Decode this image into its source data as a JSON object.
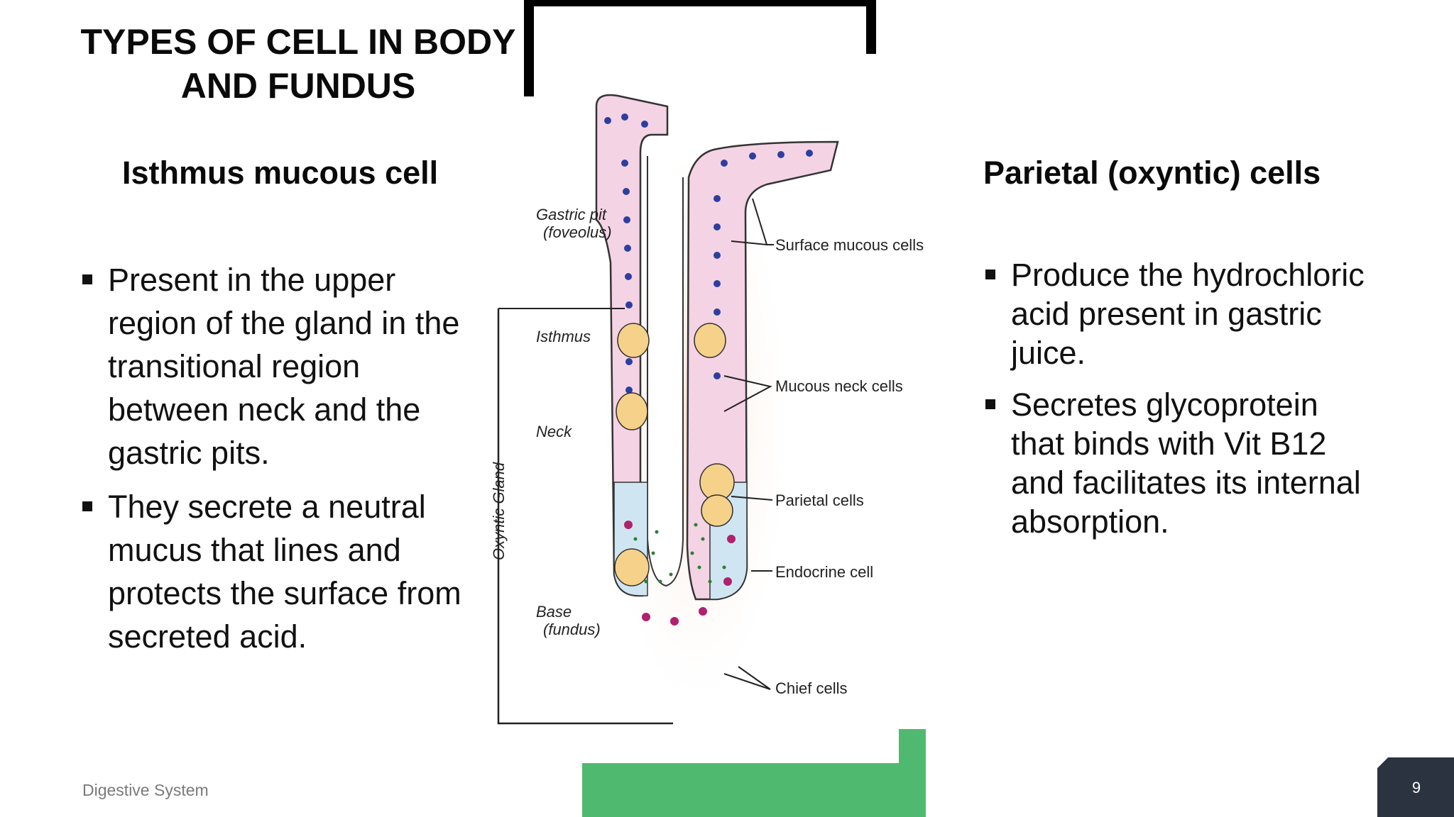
{
  "slide": {
    "title": "TYPES OF CELL IN BODY AND FUNDUS",
    "footer": "Digestive System",
    "page_number": "9"
  },
  "left_section": {
    "heading": "Isthmus mucous cell",
    "bullets": [
      "Present in the upper region of the gland in the transitional region between neck and the gastric pits.",
      "They secrete a neutral mucus that lines and protects the surface from secreted acid."
    ]
  },
  "right_section": {
    "heading": "Parietal (oxyntic) cells",
    "bullets": [
      "Produce the hydrochloric acid present in gastric juice.",
      "Secretes glycoprotein that binds with Vit B12 and facilitates its internal absorption."
    ]
  },
  "diagram": {
    "labels": {
      "gastric_pit": "Gastric pit",
      "foveolus": "(foveolus)",
      "isthmus": "Isthmus",
      "neck": "Neck",
      "base": "Base",
      "fundus": "(fundus)",
      "oxyntic_gland": "Oxyntic Gland",
      "surface_mucous_cells": "Surface mucous cells",
      "mucous_neck_cells": "Mucous neck cells",
      "parietal_cells": "Parietal cells",
      "endocrine_cell": "Endocrine cell",
      "chief_cells": "Chief cells"
    },
    "colors": {
      "surface_cell": "#f4d3e4",
      "parietal_cell": "#f6d189",
      "chief_cell": "#f3c9bf",
      "endocrine_cell": "#cfe6f2",
      "nucleus_blue": "#2d3f9e",
      "nucleus_magenta": "#b0216e",
      "granule_green": "#2e7d32"
    }
  },
  "colors": {
    "accent_green": "#4fba6f",
    "page_box": "#2b3340",
    "frame": "#000000"
  }
}
